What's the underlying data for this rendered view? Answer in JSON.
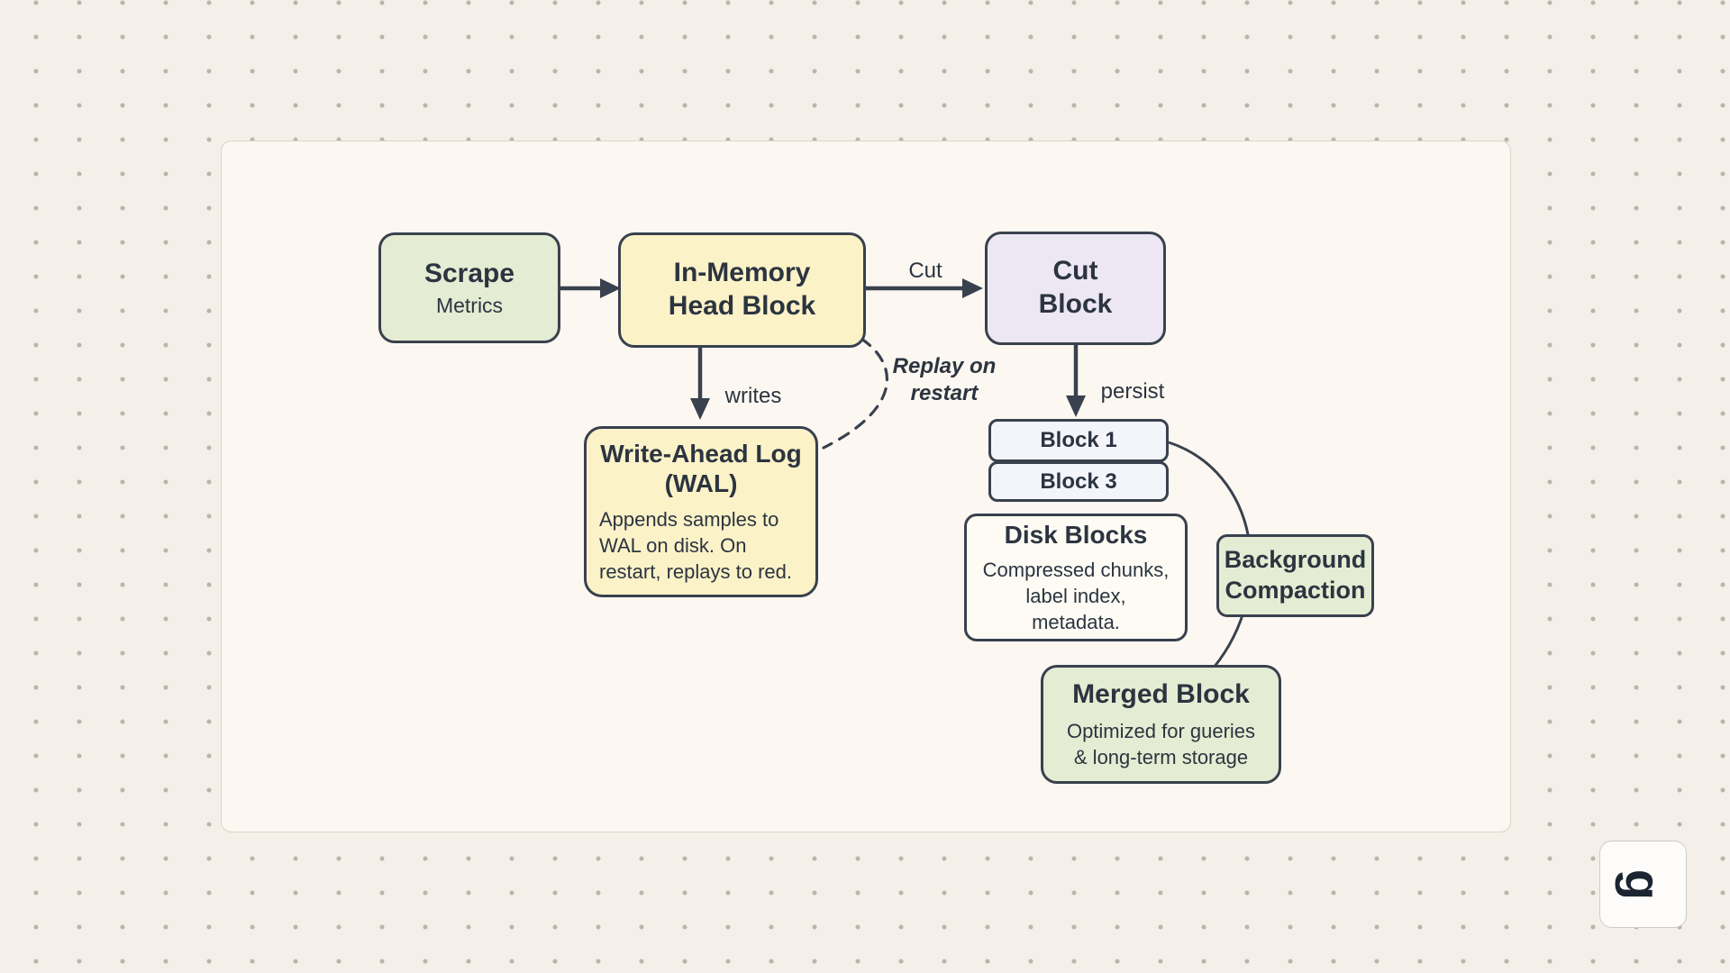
{
  "page": {
    "background": "#f4f0e9",
    "dot_color": "#b9b4ac"
  },
  "canvas": {
    "background": "#fcf8f1",
    "border_color": "#d9d5cd"
  },
  "colors": {
    "green_fill": "#e4ecd3",
    "yellow_fill": "#fbf2c8",
    "purple_fill": "#ece7f2",
    "block_fill": "#f3f5fa",
    "white_fill": "#fdfbf4",
    "stroke": "#39414e",
    "text": "#2c3440"
  },
  "nodes": {
    "scrape": {
      "title": "Scrape",
      "subtitle": "Metrics"
    },
    "head": {
      "title": "In-Memory\nHead Block"
    },
    "cut_block": {
      "title": "Cut\nBlock"
    },
    "wal": {
      "title": "Write-Ahead Log\n(WAL)",
      "body": "Appends samples to\nWAL on disk. On\nrestart, replays to red."
    },
    "block1": {
      "label": "Block 1"
    },
    "block3": {
      "label": "Block 3"
    },
    "disk": {
      "title": "Disk Blocks",
      "body": "Compressed chunks,\nlabel index,\nmetadata."
    },
    "compaction": {
      "title": "Background\nCompaction"
    },
    "merged": {
      "title": "Merged Block",
      "body": "Optimized for gueries\n& long-term storage"
    }
  },
  "edge_labels": {
    "cut": "Cut",
    "writes": "writes",
    "persist": "persist",
    "replay": "Replay on\nrestart"
  },
  "logo": {
    "letter": "g"
  }
}
